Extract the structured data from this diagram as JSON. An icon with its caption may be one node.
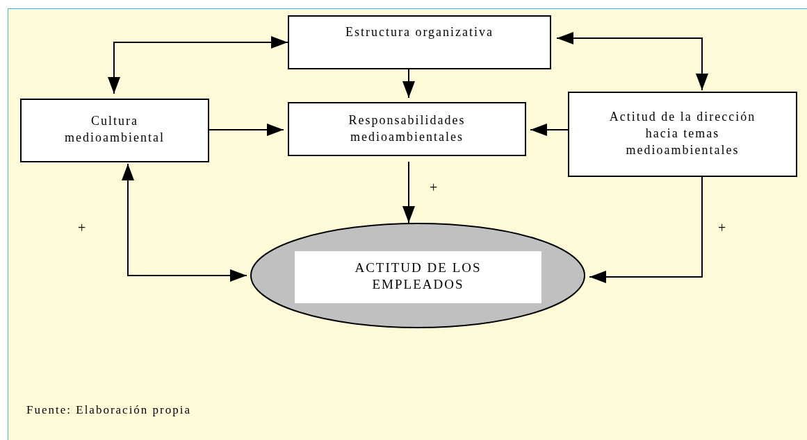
{
  "diagram": {
    "caption": "Fuente: Elaboración propia",
    "nodes": [
      {
        "text": [
          "Estructura organizativa"
        ]
      },
      {
        "text": [
          "Cultura medioambiental"
        ]
      },
      {
        "text": [
          "Responsabilidades medioambientales"
        ]
      },
      {
        "text": [
          "Actitud de la dirección hacia temas medioambientales"
        ]
      },
      {
        "text": [
          "ACTITUD DE LOS EMPLEADOS"
        ]
      }
    ],
    "edges": [
      {
        "from": 1,
        "to": 0,
        "arrow": "both"
      },
      {
        "from": 0,
        "to": 2,
        "arrow": "to"
      },
      {
        "from": 1,
        "to": 2,
        "arrow": "to"
      },
      {
        "from": 3,
        "to": 2,
        "arrow": "to"
      },
      {
        "from": 0,
        "to": 3,
        "arrow": "both"
      },
      {
        "from": 2,
        "to": 4,
        "arrow": "to"
      },
      {
        "from": 1,
        "to": 4,
        "arrow": "both"
      },
      {
        "from": 3,
        "to": 4,
        "arrow": "to"
      }
    ],
    "labels": [
      "+",
      "+",
      "+"
    ]
  }
}
